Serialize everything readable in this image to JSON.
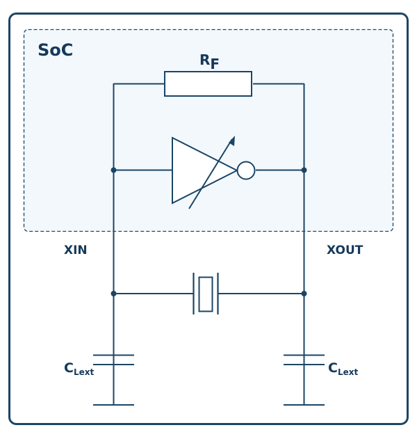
{
  "diagram": {
    "title": "SoC",
    "colors": {
      "stroke": "#1b4565",
      "text": "#15395a",
      "soc_fill": "#f3f8fd",
      "component_fill": "#ffffff"
    },
    "components": {
      "feedback_resistor": {
        "label_main": "R",
        "label_sub": "F"
      },
      "inverter": {
        "type": "variable inverting amplifier"
      },
      "crystal": {
        "type": "quartz crystal"
      },
      "cap_left": {
        "label_main": "C",
        "label_sub": "Lext"
      },
      "cap_right": {
        "label_main": "C",
        "label_sub": "Lext"
      }
    },
    "pins": {
      "xin": "XIN",
      "xout": "XOUT"
    }
  }
}
